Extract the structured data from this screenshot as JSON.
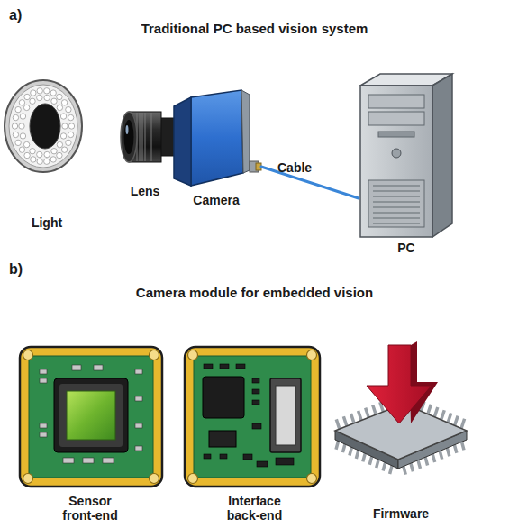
{
  "diagram": {
    "nodes": [
      {
        "text": [
          "Light"
        ]
      },
      {
        "text": [
          "Lens"
        ]
      },
      {
        "text": [
          "Camera"
        ]
      },
      {
        "text": [
          "PC"
        ]
      },
      {
        "text": [
          "Sensor front-end"
        ]
      },
      {
        "text": [
          "Interface back-end"
        ]
      },
      {
        "text": [
          "Firmware"
        ]
      }
    ],
    "edges": [
      {
        "from": 2,
        "to": 3,
        "label": "Cable",
        "arrow": "none"
      }
    ],
    "labels": [
      "a)",
      "Traditional PC based vision system",
      "b)",
      "Camera module for embedded vision"
    ]
  }
}
